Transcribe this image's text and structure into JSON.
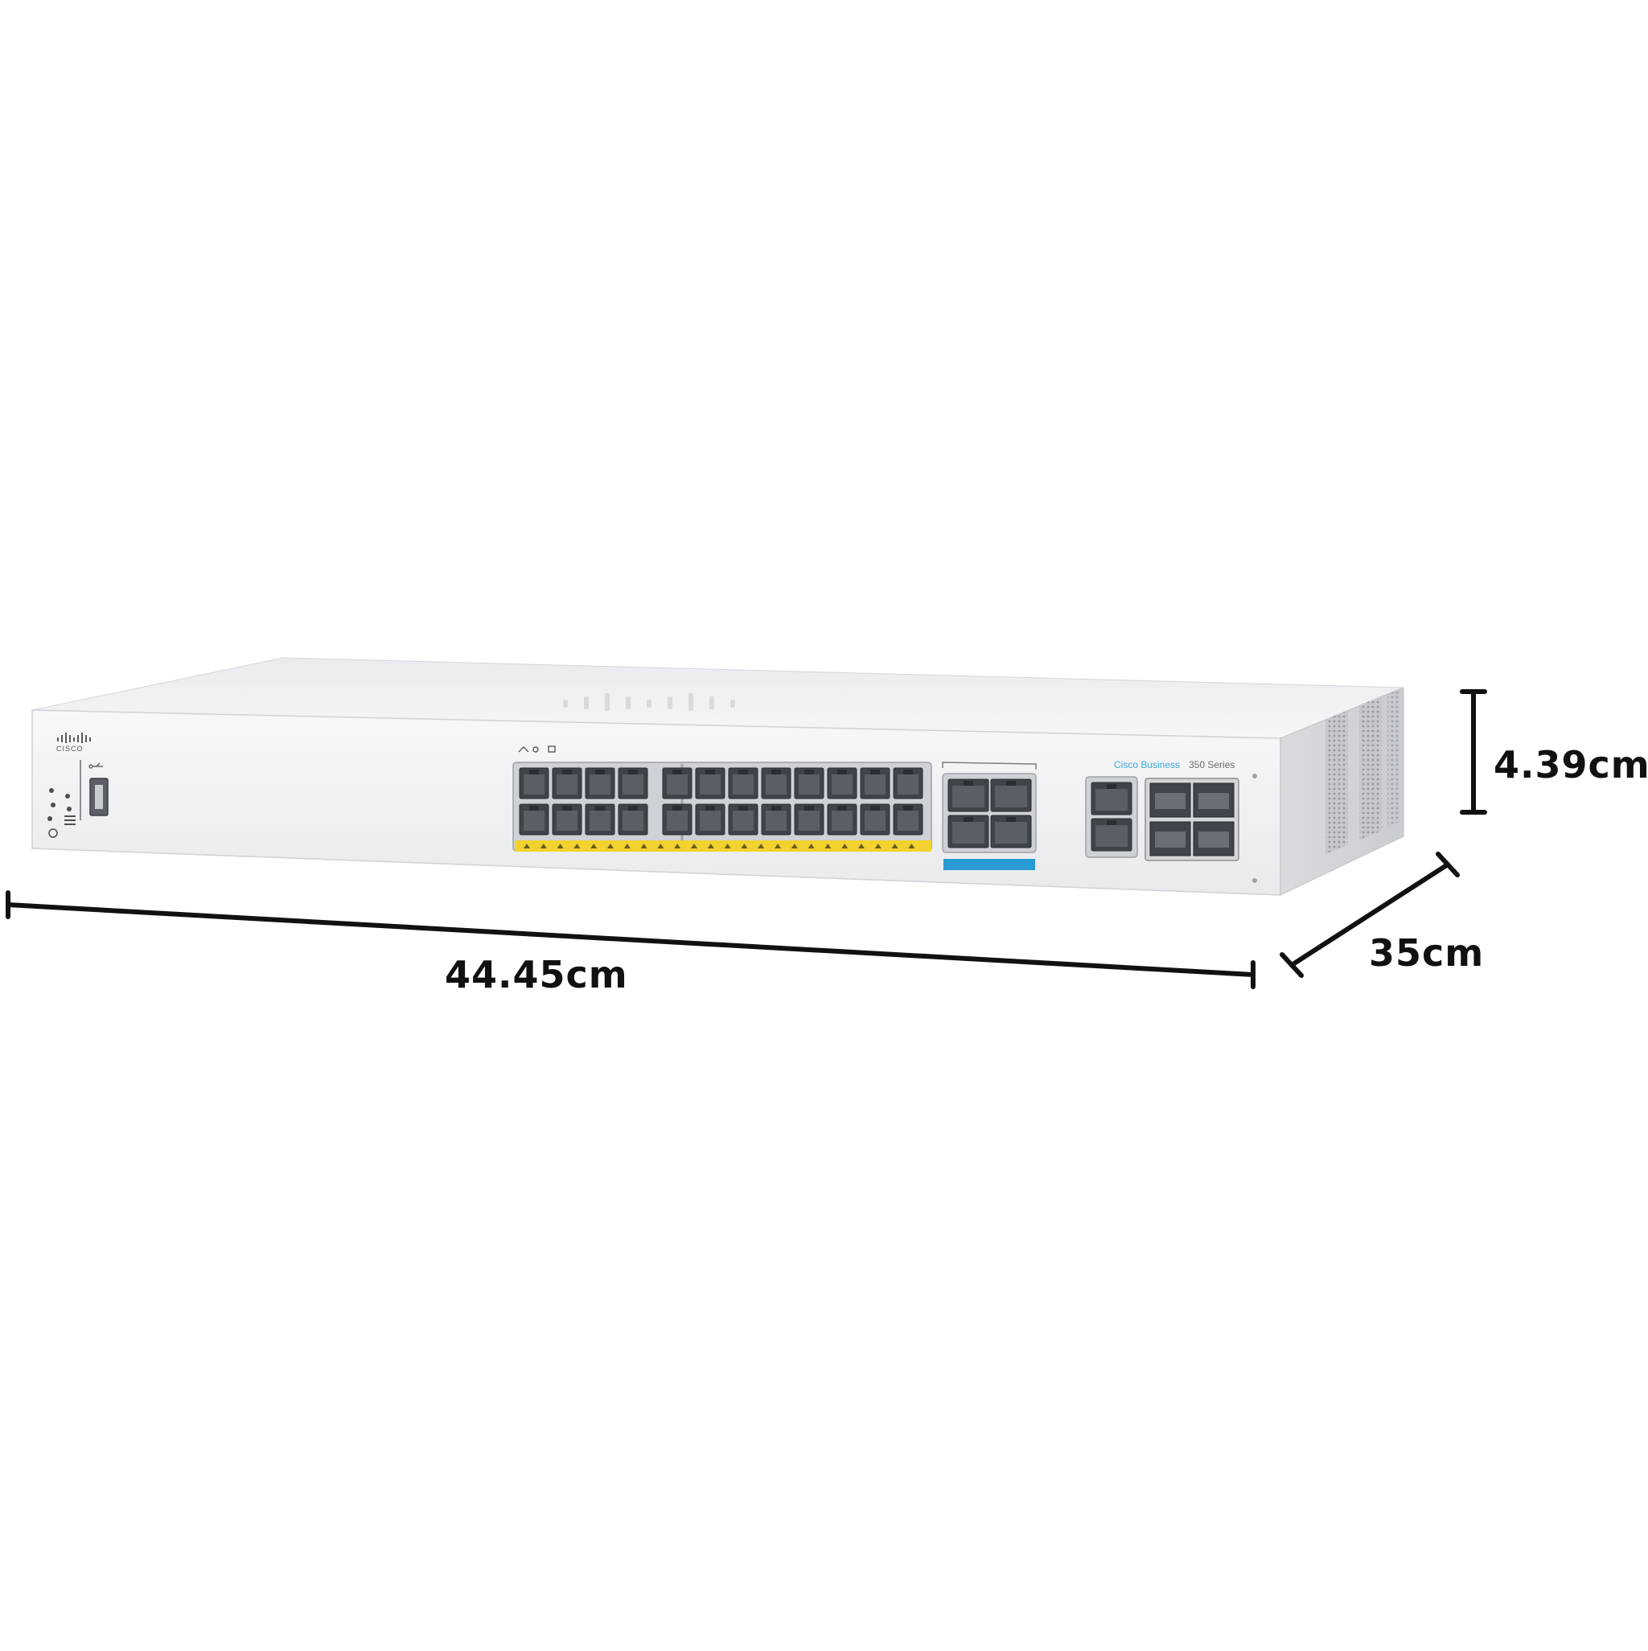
{
  "product": {
    "logo_text": "CISCO",
    "series_brand": "Cisco Business",
    "series_name": "350 Series",
    "brand_color": "#3aa7dd",
    "poe_strip_color": "#f2d22e",
    "uplink_strip_color": "#2a9ad4"
  },
  "dimensions": {
    "width_label": "44.45cm",
    "depth_label": "35cm",
    "height_label": "4.39cm"
  },
  "icons": [
    "cisco-logo-icon",
    "usb-port-icon",
    "status-led-icon",
    "rj45-port-icon",
    "sfp-port-icon",
    "vent-grille-icon"
  ]
}
